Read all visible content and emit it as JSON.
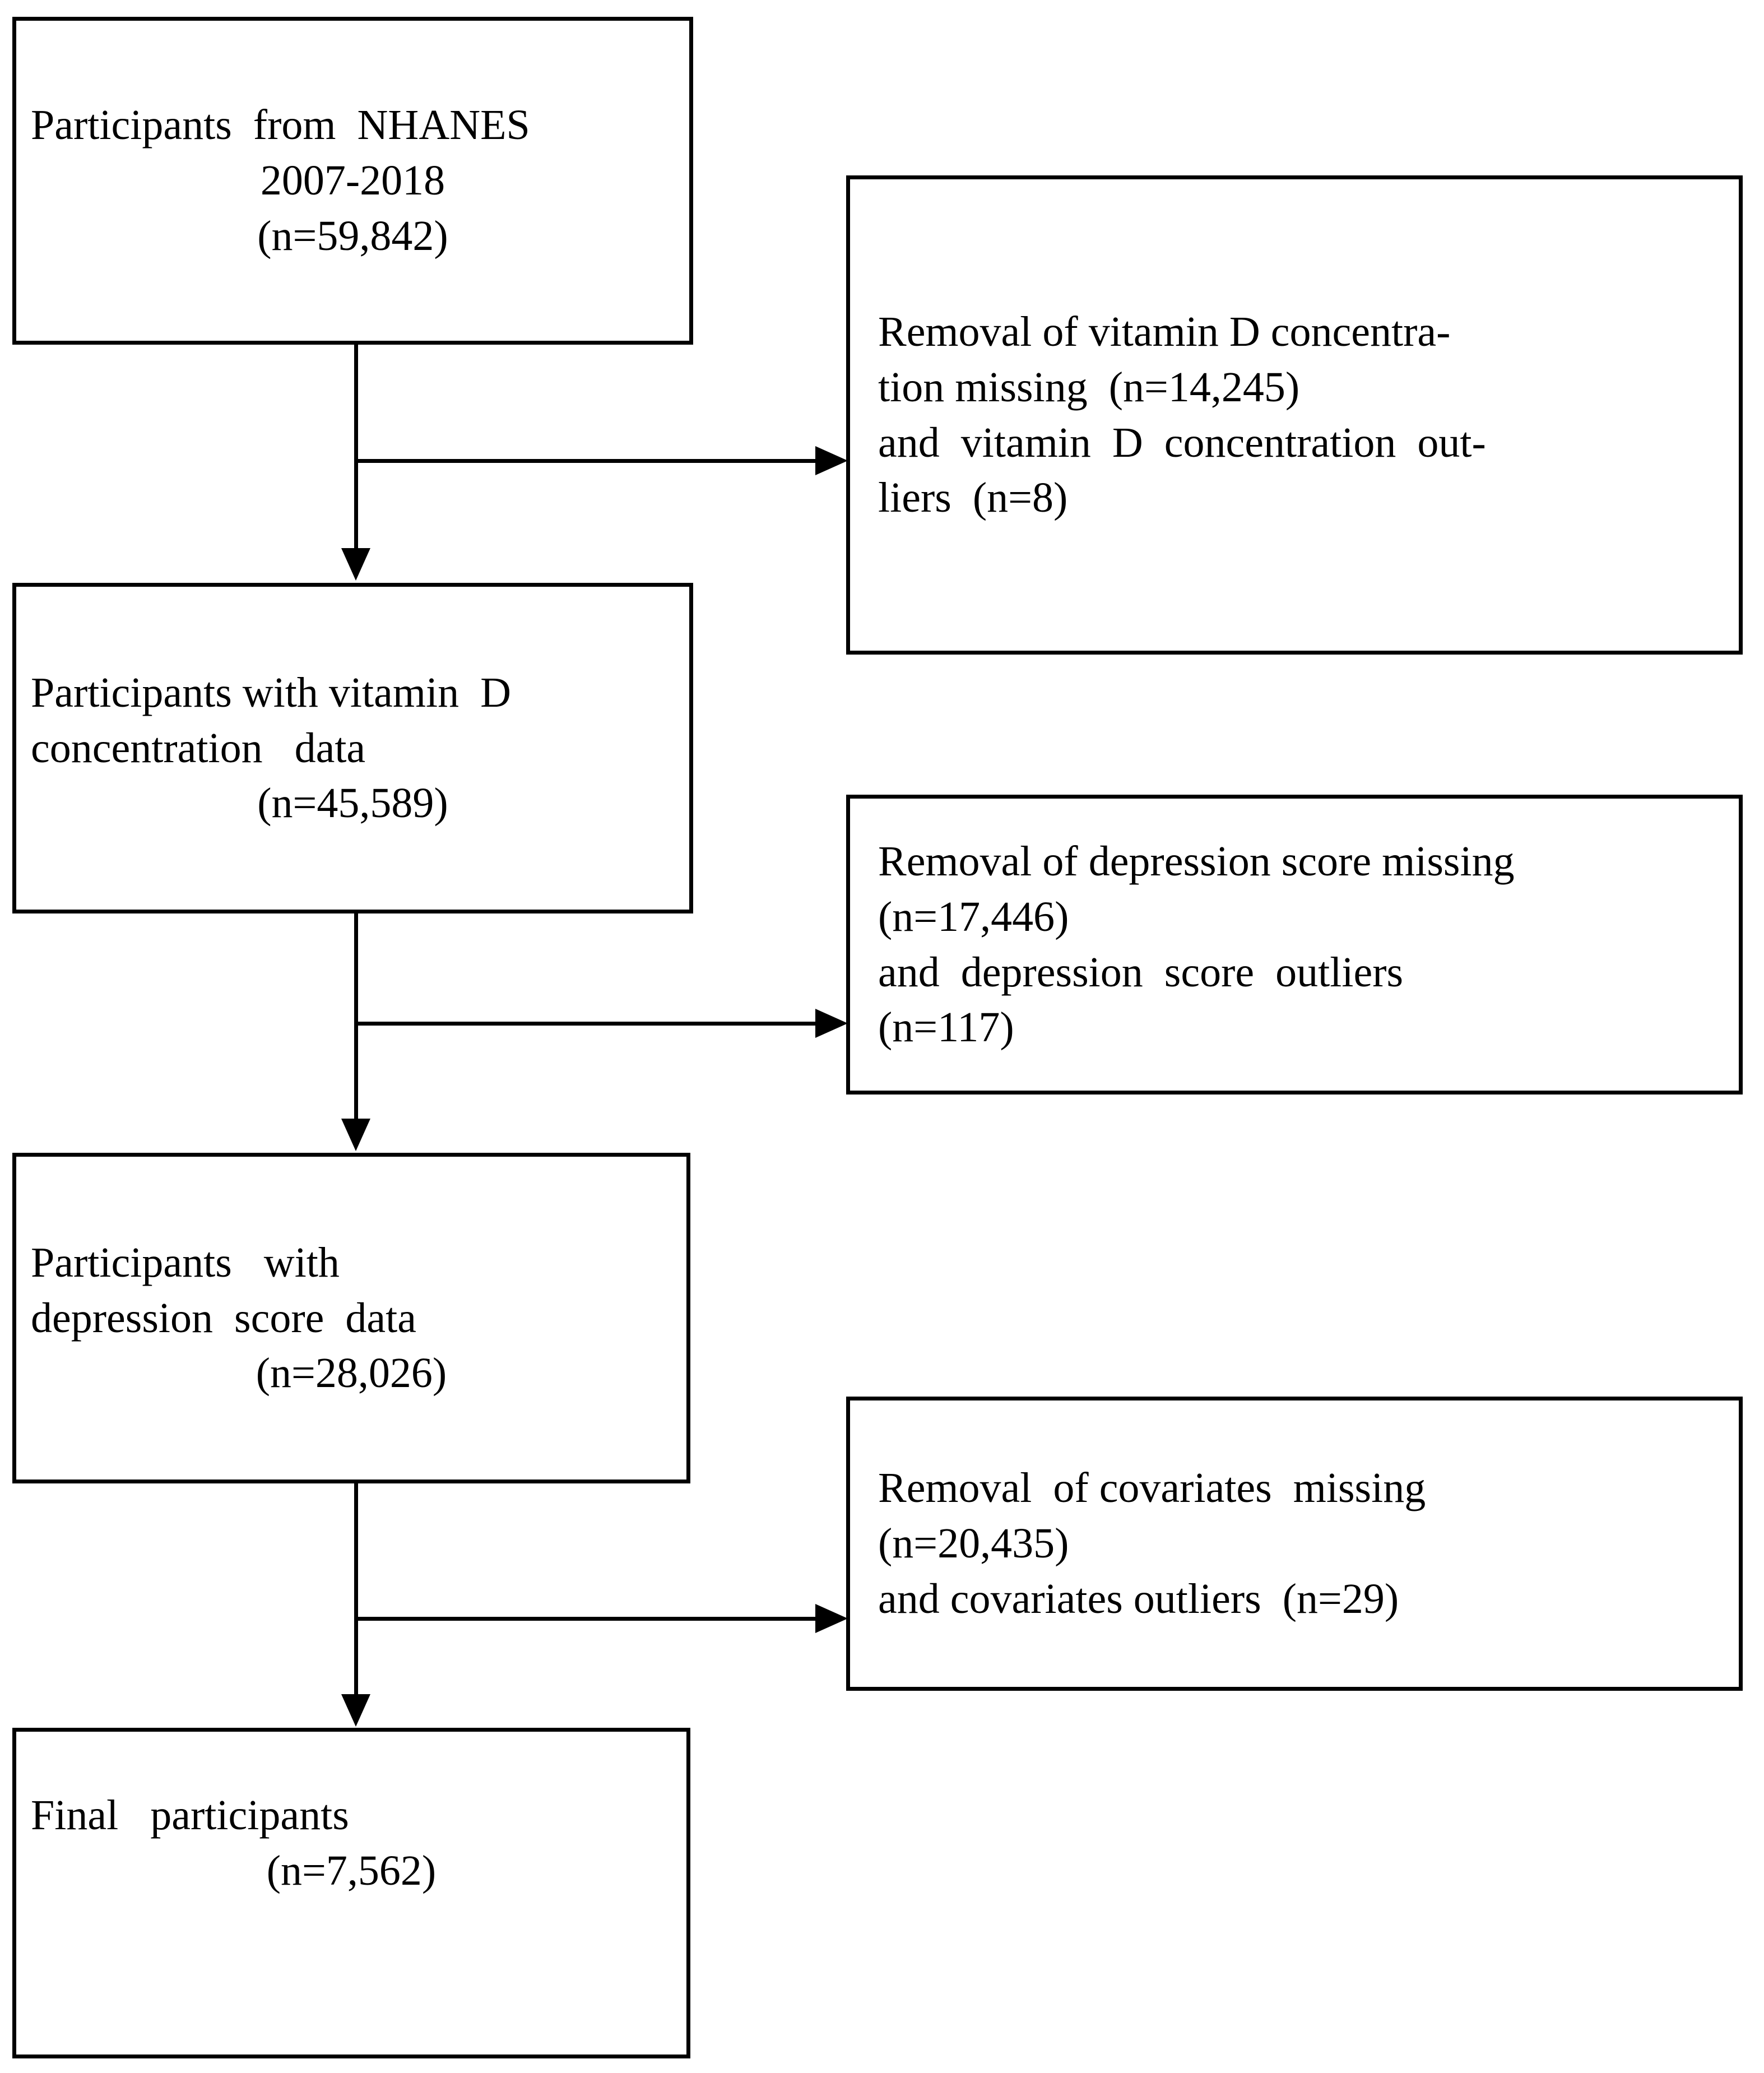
{
  "figure": {
    "type": "flowchart",
    "description": "Participant selection flow diagram for NHANES 2007-2018 vitamin D and depression score analysis",
    "line_color": "#000000",
    "box_fill": "#ffffff"
  },
  "flow": {
    "nodes": [
      {
        "id": "node-source",
        "role": "population",
        "lines": [
          "Participants  from  NHANES",
          "2007-2018",
          "(n=59,842)"
        ],
        "label": "Participants from NHANES 2007-2018",
        "n": "59,842"
      },
      {
        "id": "node-vitd",
        "role": "population",
        "lines": [
          "Participants with vitamin  D",
          "concentration   data",
          "(n=45,589)"
        ],
        "label": "Participants with vitamin D concentration data",
        "n": "45,589"
      },
      {
        "id": "node-depression",
        "role": "population",
        "lines": [
          "Participants   with",
          "depression  score  data",
          "(n=28,026)"
        ],
        "label": "Participants with depression score data",
        "n": "28,026"
      },
      {
        "id": "node-final",
        "role": "population",
        "lines": [
          "Final   participants",
          "(n=7,562)"
        ],
        "label": "Final participants",
        "n": "7,562"
      }
    ],
    "exclusions": [
      {
        "id": "excl-vitd",
        "role": "exclusion",
        "lines": [
          "Removal of vitamin D concentra-",
          "tion missing  (n=14,245)",
          "and  vitamin  D  concentration  out-",
          "liers  (n=8)"
        ],
        "label": "Removal of vitamin D concentration missing and vitamin D concentration outliers",
        "n_missing": "14,245",
        "n_outliers": "8"
      },
      {
        "id": "excl-depression",
        "role": "exclusion",
        "lines": [
          "Removal of depression score missing",
          "(n=17,446)",
          "and  depression  score  outliers",
          "(n=117)"
        ],
        "label": "Removal of depression score missing and depression score outliers",
        "n_missing": "17,446",
        "n_outliers": "117"
      },
      {
        "id": "excl-covariates",
        "role": "exclusion",
        "lines": [
          "Removal  of covariates  missing",
          "(n=20,435)",
          "and covariates outliers  (n=29)"
        ],
        "label": "Removal of covariates missing and covariates outliers",
        "n_missing": "20,435",
        "n_outliers": "29"
      }
    ]
  }
}
